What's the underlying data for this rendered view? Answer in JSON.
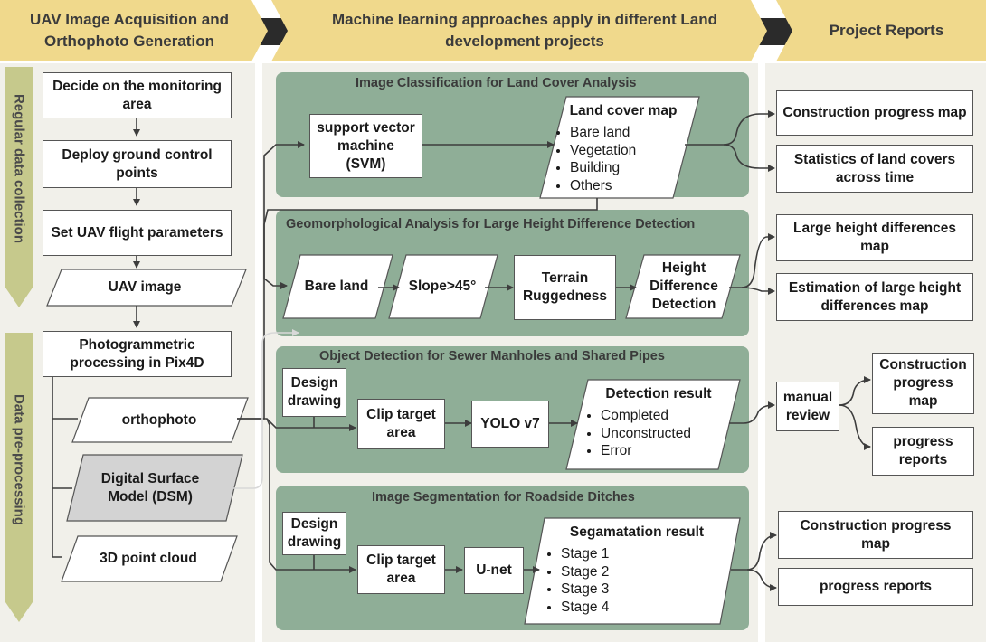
{
  "colors": {
    "header_fill": "#f0d98c",
    "header_dark": "#2b2b2b",
    "panel_green": "#8fae97",
    "column_bg": "#f1f0ea",
    "side_bar": "#c6c98c",
    "dsm_fill": "#d3d3d3",
    "arrow": "#3d3d3d",
    "arrow_light": "#d8d8d8"
  },
  "headers": {
    "col1": "UAV Image Acquisition and Orthophoto Generation",
    "col2": "Machine learning approaches  apply in different Land development projects",
    "col3": "Project Reports"
  },
  "side_labels": {
    "top": "Regular data collection",
    "bottom": "Data pre-processing"
  },
  "col1": {
    "decide": "Decide on the monitoring area",
    "deploy": "Deploy ground control points",
    "flight": "Set UAV flight parameters",
    "uav_image": "UAV image",
    "photogrammetric": "Photogrammetric processing in Pix4D",
    "orthophoto": "orthophoto",
    "dsm": "Digital Surface Model (DSM)",
    "point_cloud": "3D point cloud"
  },
  "panel1": {
    "title": "Image Classification for Land Cover Analysis",
    "svm": "support vector machine (SVM)",
    "result_title": "Land cover  map",
    "result_items": [
      "Bare land",
      "Vegetation",
      "Building",
      "Others"
    ]
  },
  "panel2": {
    "title": "Geomorphological Analysis for Large Height Difference Detection",
    "bare_land": "Bare land",
    "slope": "Slope>45°",
    "ruggedness": "Terrain Ruggedness",
    "height_detection": "Height Difference Detection"
  },
  "panel3": {
    "title": "Object Detection for Sewer Manholes and Shared Pipes",
    "design": "Design drawing",
    "clip": "Clip target area",
    "yolo": "YOLO v7",
    "result_title": "Detection  result",
    "result_items": [
      "Completed",
      "Unconstructed",
      "Error"
    ]
  },
  "panel4": {
    "title": "Image Segmentation for Roadside Ditches",
    "design": "Design drawing",
    "clip": "Clip target area",
    "unet": "U-net",
    "result_title": "Segamatation  result",
    "result_items": [
      "Stage 1",
      "Stage 2",
      "Stage 3",
      "Stage 4"
    ]
  },
  "reports": {
    "r1": "Construction progress map",
    "r2": "Statistics of land covers across time",
    "r3": "Large height differences map",
    "r4": "Estimation of large height differences map",
    "manual_review": "manual review",
    "r5": "Construction progress map",
    "r6": "progress reports",
    "r7": "Construction progress map",
    "r8": "progress reports"
  }
}
